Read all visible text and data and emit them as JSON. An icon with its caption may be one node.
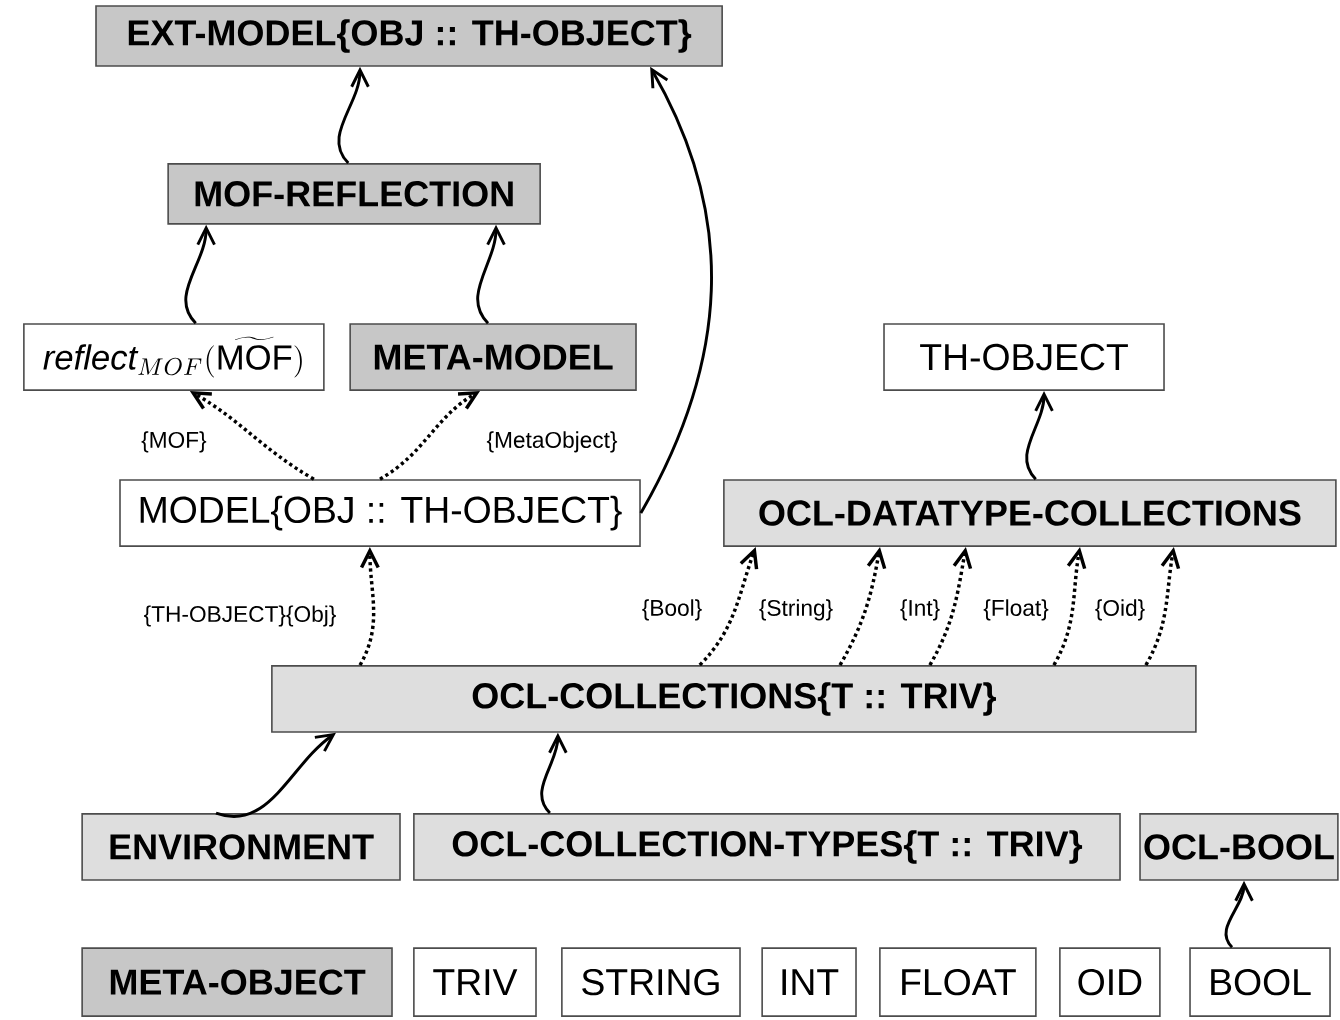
{
  "diagram": {
    "nodes": [
      {
        "text": [
          "EXT-MODEL{OBJ :: TH-OBJECT}"
        ]
      },
      {
        "text": [
          "MOF-REFLECTION"
        ]
      },
      {
        "text": [
          "\\mathit{reflect}_{MOF}(\\widetilde{\\mathrm{MOF}})"
        ]
      },
      {
        "text": [
          "META-MODEL"
        ]
      },
      {
        "text": [
          "MODEL{OBJ :: TH-OBJECT}"
        ]
      },
      {
        "text": [
          "TH-OBJECT"
        ]
      },
      {
        "text": [
          "OCL-DATATYPE-COLLECTIONS"
        ]
      },
      {
        "text": [
          "OCL-COLLECTIONS{T :: TRIV}"
        ]
      },
      {
        "text": [
          "ENVIRONMENT"
        ]
      },
      {
        "text": [
          "OCL-COLLECTION-TYPES{T :: TRIV}"
        ]
      },
      {
        "text": [
          "OCL-BOOL"
        ]
      },
      {
        "text": [
          "META-OBJECT"
        ]
      },
      {
        "text": [
          "TRIV"
        ]
      },
      {
        "text": [
          "STRING"
        ]
      },
      {
        "text": [
          "INT"
        ]
      },
      {
        "text": [
          "FLOAT"
        ]
      },
      {
        "text": [
          "OID"
        ]
      },
      {
        "text": [
          "BOOL"
        ]
      }
    ],
    "edges": [
      {
        "from": 1,
        "to": 0,
        "arrow": "to"
      },
      {
        "from": 2,
        "to": 1,
        "arrow": "to"
      },
      {
        "from": 3,
        "to": 1,
        "arrow": "to"
      },
      {
        "from": 4,
        "to": 0,
        "arrow": "to"
      },
      {
        "from": 4,
        "to": 2,
        "arrow": "to",
        "label": "{MOF}",
        "style": "dashed"
      },
      {
        "from": 4,
        "to": 3,
        "arrow": "to",
        "label": "{MetaObject}",
        "style": "dashed"
      },
      {
        "from": 6,
        "to": 5,
        "arrow": "to"
      },
      {
        "from": 7,
        "to": 4,
        "arrow": "to",
        "label": "{TH-OBJECT}{Obj}",
        "style": "dashed"
      },
      {
        "from": 7,
        "to": 6,
        "arrow": "to",
        "label": "{Bool}",
        "style": "dashed"
      },
      {
        "from": 7,
        "to": 6,
        "arrow": "to",
        "label": "{String}",
        "style": "dashed"
      },
      {
        "from": 7,
        "to": 6,
        "arrow": "to",
        "label": "{Int}",
        "style": "dashed"
      },
      {
        "from": 7,
        "to": 6,
        "arrow": "to",
        "label": "{Float}",
        "style": "dashed"
      },
      {
        "from": 7,
        "to": 6,
        "arrow": "to",
        "label": "{Oid}",
        "style": "dashed"
      },
      {
        "from": 8,
        "to": 7,
        "arrow": "to"
      },
      {
        "from": 9,
        "to": 7,
        "arrow": "to"
      },
      {
        "from": 17,
        "to": 10,
        "arrow": "to"
      }
    ]
  }
}
